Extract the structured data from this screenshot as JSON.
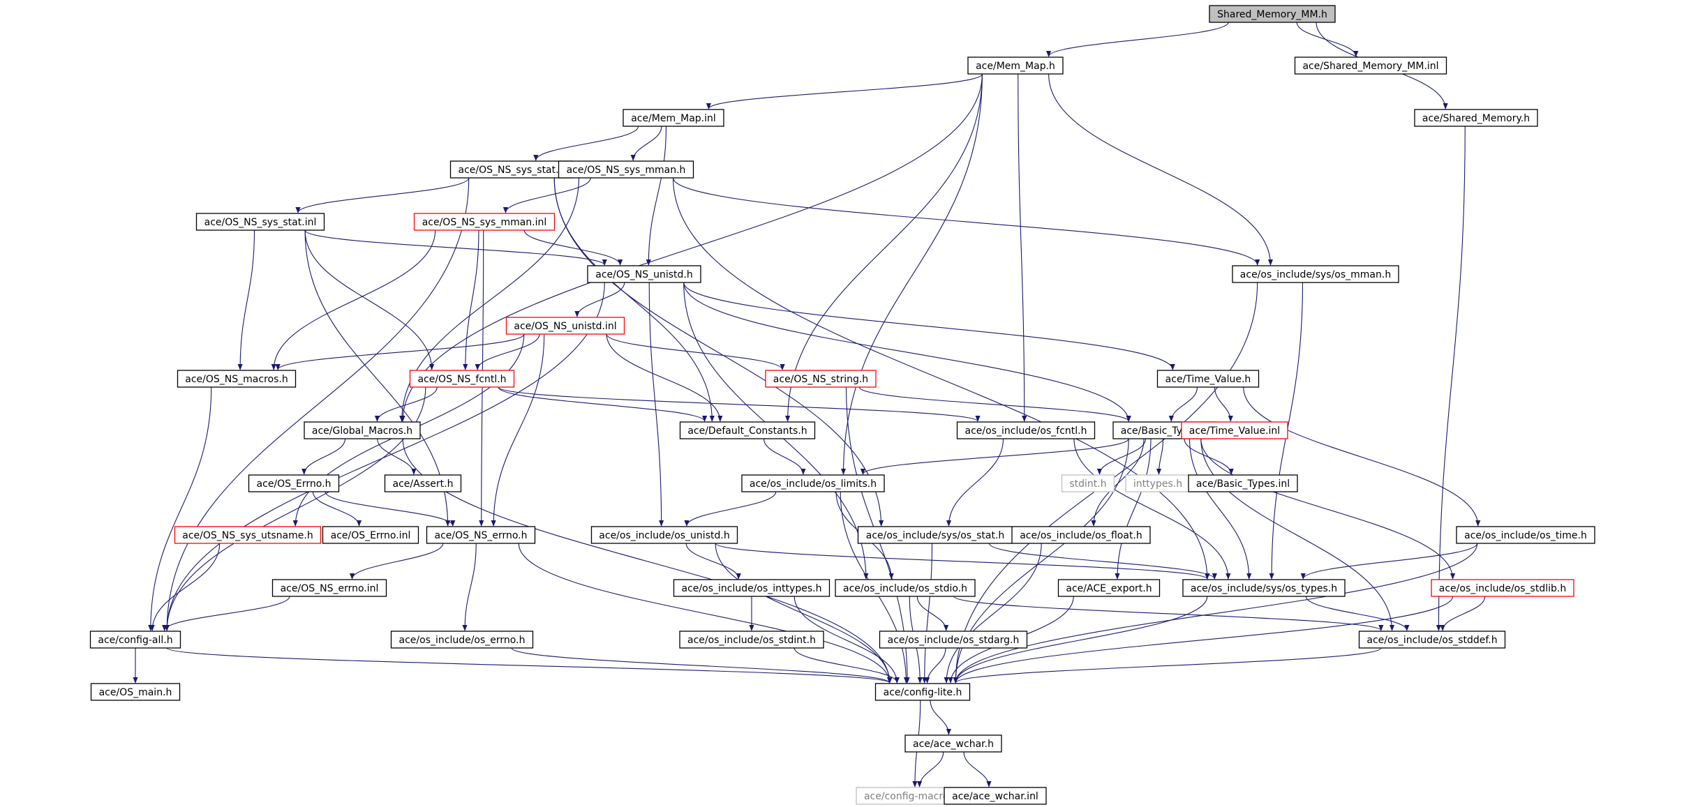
{
  "graph": {
    "nodes": [
      {
        "id": "n0",
        "label": "Shared_Memory_MM.h",
        "style": "root"
      },
      {
        "id": "n1",
        "label": "ace/Mem_Map.h",
        "style": "normal"
      },
      {
        "id": "n2",
        "label": "ace/Shared_Memory_MM.inl",
        "style": "normal"
      },
      {
        "id": "n3",
        "label": "ace/Shared_Memory.h",
        "style": "normal"
      },
      {
        "id": "n4",
        "label": "ace/Mem_Map.inl",
        "style": "normal"
      },
      {
        "id": "n5",
        "label": "ace/OS_NS_sys_stat.h",
        "style": "normal"
      },
      {
        "id": "n6",
        "label": "ace/OS_NS_sys_mman.h",
        "style": "normal"
      },
      {
        "id": "n7",
        "label": "ace/OS_NS_sys_stat.inl",
        "style": "normal"
      },
      {
        "id": "n8",
        "label": "ace/OS_NS_sys_mman.inl",
        "style": "truncated"
      },
      {
        "id": "n9",
        "label": "ace/OS_NS_unistd.h",
        "style": "normal"
      },
      {
        "id": "n10",
        "label": "ace/os_include/sys/os_mman.h",
        "style": "normal"
      },
      {
        "id": "n11",
        "label": "ace/OS_NS_unistd.inl",
        "style": "truncated"
      },
      {
        "id": "n12",
        "label": "ace/OS_NS_macros.h",
        "style": "normal"
      },
      {
        "id": "n13",
        "label": "ace/OS_NS_fcntl.h",
        "style": "truncated"
      },
      {
        "id": "n14",
        "label": "ace/OS_NS_string.h",
        "style": "truncated"
      },
      {
        "id": "n15",
        "label": "ace/Time_Value.h",
        "style": "normal"
      },
      {
        "id": "n16",
        "label": "ace/Global_Macros.h",
        "style": "normal"
      },
      {
        "id": "n17",
        "label": "ace/Default_Constants.h",
        "style": "normal"
      },
      {
        "id": "n18",
        "label": "ace/os_include/os_fcntl.h",
        "style": "normal"
      },
      {
        "id": "n19",
        "label": "ace/Basic_Types.h",
        "style": "normal"
      },
      {
        "id": "n20",
        "label": "ace/Time_Value.inl",
        "style": "truncated"
      },
      {
        "id": "n21",
        "label": "ace/OS_Errno.h",
        "style": "normal"
      },
      {
        "id": "n22",
        "label": "ace/Assert.h",
        "style": "normal"
      },
      {
        "id": "n23",
        "label": "ace/os_include/os_limits.h",
        "style": "normal"
      },
      {
        "id": "n24",
        "label": "stdint.h",
        "style": "external"
      },
      {
        "id": "n25",
        "label": "inttypes.h",
        "style": "external"
      },
      {
        "id": "n26",
        "label": "ace/Basic_Types.inl",
        "style": "normal"
      },
      {
        "id": "n27",
        "label": "ace/OS_NS_sys_utsname.h",
        "style": "truncated"
      },
      {
        "id": "n28",
        "label": "ace/OS_Errno.inl",
        "style": "normal"
      },
      {
        "id": "n29",
        "label": "ace/OS_NS_errno.h",
        "style": "normal"
      },
      {
        "id": "n30",
        "label": "ace/os_include/os_unistd.h",
        "style": "normal"
      },
      {
        "id": "n31",
        "label": "ace/os_include/sys/os_stat.h",
        "style": "normal"
      },
      {
        "id": "n32",
        "label": "ace/os_include/os_float.h",
        "style": "normal"
      },
      {
        "id": "n33",
        "label": "ace/os_include/os_time.h",
        "style": "normal"
      },
      {
        "id": "n34",
        "label": "ace/OS_NS_errno.inl",
        "style": "normal"
      },
      {
        "id": "n35",
        "label": "ace/os_include/os_inttypes.h",
        "style": "normal"
      },
      {
        "id": "n36",
        "label": "ace/os_include/os_stdio.h",
        "style": "normal"
      },
      {
        "id": "n37",
        "label": "ace/ACE_export.h",
        "style": "normal"
      },
      {
        "id": "n38",
        "label": "ace/os_include/sys/os_types.h",
        "style": "normal"
      },
      {
        "id": "n39",
        "label": "ace/os_include/os_stdlib.h",
        "style": "truncated"
      },
      {
        "id": "n40",
        "label": "ace/config-all.h",
        "style": "normal"
      },
      {
        "id": "n41",
        "label": "ace/os_include/os_errno.h",
        "style": "normal"
      },
      {
        "id": "n42",
        "label": "ace/os_include/os_stdint.h",
        "style": "normal"
      },
      {
        "id": "n43",
        "label": "ace/os_include/os_stdarg.h",
        "style": "normal"
      },
      {
        "id": "n44",
        "label": "ace/os_include/os_stddef.h",
        "style": "normal"
      },
      {
        "id": "n45",
        "label": "ace/OS_main.h",
        "style": "normal"
      },
      {
        "id": "n46",
        "label": "ace/config-lite.h",
        "style": "normal"
      },
      {
        "id": "n47",
        "label": "ace/ace_wchar.h",
        "style": "normal"
      },
      {
        "id": "n48",
        "label": "ace/config-macros.h",
        "style": "external"
      },
      {
        "id": "n49",
        "label": "ace/ace_wchar.inl",
        "style": "normal"
      }
    ],
    "edges": [
      [
        "n0",
        "n1"
      ],
      [
        "n0",
        "n2"
      ],
      [
        "n0",
        "n3"
      ],
      [
        "n1",
        "n4"
      ],
      [
        "n1",
        "n16"
      ],
      [
        "n1",
        "n17"
      ],
      [
        "n1",
        "n10"
      ],
      [
        "n1",
        "n18"
      ],
      [
        "n1",
        "n23"
      ],
      [
        "n3",
        "n44"
      ],
      [
        "n4",
        "n5"
      ],
      [
        "n4",
        "n6"
      ],
      [
        "n4",
        "n9"
      ],
      [
        "n5",
        "n7"
      ],
      [
        "n5",
        "n40"
      ],
      [
        "n5",
        "n17"
      ],
      [
        "n5",
        "n31"
      ],
      [
        "n6",
        "n8"
      ],
      [
        "n6",
        "n16"
      ],
      [
        "n6",
        "n10"
      ],
      [
        "n6",
        "n38"
      ],
      [
        "n7",
        "n9"
      ],
      [
        "n7",
        "n12"
      ],
      [
        "n7",
        "n13"
      ],
      [
        "n7",
        "n29"
      ],
      [
        "n8",
        "n9"
      ],
      [
        "n8",
        "n12"
      ],
      [
        "n8",
        "n13"
      ],
      [
        "n8",
        "n29"
      ],
      [
        "n9",
        "n11"
      ],
      [
        "n9",
        "n15"
      ],
      [
        "n9",
        "n19"
      ],
      [
        "n9",
        "n30"
      ],
      [
        "n9",
        "n36"
      ],
      [
        "n9",
        "n40"
      ],
      [
        "n10",
        "n38"
      ],
      [
        "n10",
        "n46"
      ],
      [
        "n11",
        "n12"
      ],
      [
        "n11",
        "n13"
      ],
      [
        "n11",
        "n14"
      ],
      [
        "n11",
        "n17"
      ],
      [
        "n11",
        "n27"
      ],
      [
        "n11",
        "n29"
      ],
      [
        "n12",
        "n40"
      ],
      [
        "n13",
        "n16"
      ],
      [
        "n13",
        "n17"
      ],
      [
        "n13",
        "n18"
      ],
      [
        "n13",
        "n40"
      ],
      [
        "n14",
        "n19"
      ],
      [
        "n14",
        "n46"
      ],
      [
        "n15",
        "n19"
      ],
      [
        "n15",
        "n20"
      ],
      [
        "n15",
        "n33"
      ],
      [
        "n16",
        "n21"
      ],
      [
        "n16",
        "n22"
      ],
      [
        "n16",
        "n46"
      ],
      [
        "n17",
        "n23"
      ],
      [
        "n18",
        "n31"
      ],
      [
        "n18",
        "n38"
      ],
      [
        "n19",
        "n23"
      ],
      [
        "n19",
        "n24"
      ],
      [
        "n19",
        "n25"
      ],
      [
        "n19",
        "n26"
      ],
      [
        "n19",
        "n32"
      ],
      [
        "n19",
        "n37"
      ],
      [
        "n19",
        "n38"
      ],
      [
        "n19",
        "n39"
      ],
      [
        "n19",
        "n44"
      ],
      [
        "n19",
        "n46"
      ],
      [
        "n21",
        "n28"
      ],
      [
        "n21",
        "n29"
      ],
      [
        "n23",
        "n30"
      ],
      [
        "n23",
        "n36"
      ],
      [
        "n23",
        "n46"
      ],
      [
        "n27",
        "n40"
      ],
      [
        "n29",
        "n34"
      ],
      [
        "n29",
        "n41"
      ],
      [
        "n29",
        "n46"
      ],
      [
        "n30",
        "n35"
      ],
      [
        "n30",
        "n38"
      ],
      [
        "n30",
        "n46"
      ],
      [
        "n31",
        "n38"
      ],
      [
        "n31",
        "n46"
      ],
      [
        "n32",
        "n46"
      ],
      [
        "n33",
        "n38"
      ],
      [
        "n33",
        "n46"
      ],
      [
        "n34",
        "n40"
      ],
      [
        "n35",
        "n42"
      ],
      [
        "n35",
        "n46"
      ],
      [
        "n36",
        "n43"
      ],
      [
        "n36",
        "n44"
      ],
      [
        "n36",
        "n46"
      ],
      [
        "n37",
        "n46"
      ],
      [
        "n38",
        "n44"
      ],
      [
        "n38",
        "n46"
      ],
      [
        "n39",
        "n44"
      ],
      [
        "n39",
        "n46"
      ],
      [
        "n40",
        "n45"
      ],
      [
        "n40",
        "n46"
      ],
      [
        "n41",
        "n46"
      ],
      [
        "n42",
        "n46"
      ],
      [
        "n43",
        "n46"
      ],
      [
        "n44",
        "n46"
      ],
      [
        "n46",
        "n47"
      ],
      [
        "n46",
        "n48"
      ],
      [
        "n47",
        "n48"
      ],
      [
        "n47",
        "n49"
      ]
    ]
  },
  "colors": {
    "edge": "#191970",
    "node_border": "#000000",
    "truncated_border": "#ff0000",
    "external_border": "#bfbfbf",
    "root_fill": "#bfbfbf",
    "text": "#000000",
    "external_text": "#808080"
  }
}
